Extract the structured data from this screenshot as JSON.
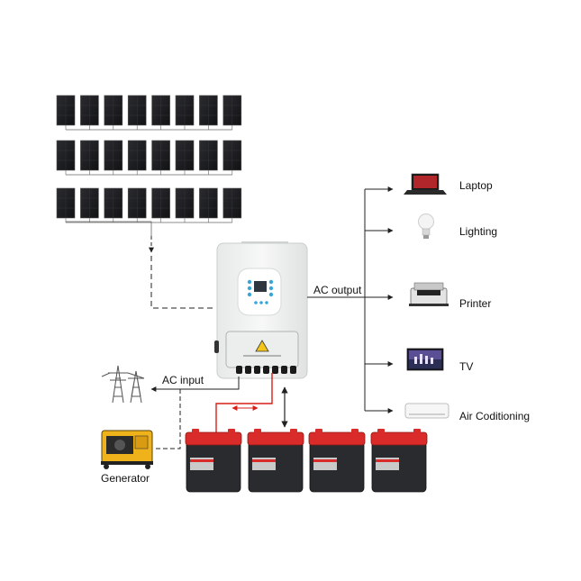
{
  "labels": {
    "ac_output": "AC output",
    "ac_input": "AC input",
    "generator": "Generator"
  },
  "loads": [
    {
      "label": "Laptop",
      "icon": "laptop-icon"
    },
    {
      "label": "Lighting",
      "icon": "lightbulb-icon"
    },
    {
      "label": "Printer",
      "icon": "printer-icon"
    },
    {
      "label": "TV",
      "icon": "tv-icon"
    },
    {
      "label": "Air Coditioning",
      "icon": "air-conditioner-icon"
    }
  ],
  "solar_array": {
    "rows": 3,
    "columns": 8
  },
  "battery_count": 4,
  "colors": {
    "panel": "#1c1d20",
    "inverter": "#f2f4f3",
    "battery_body": "#2a2b2e",
    "battery_top": "#d92c2a",
    "battery_cable": "#d91e18",
    "lines": "#222222"
  }
}
